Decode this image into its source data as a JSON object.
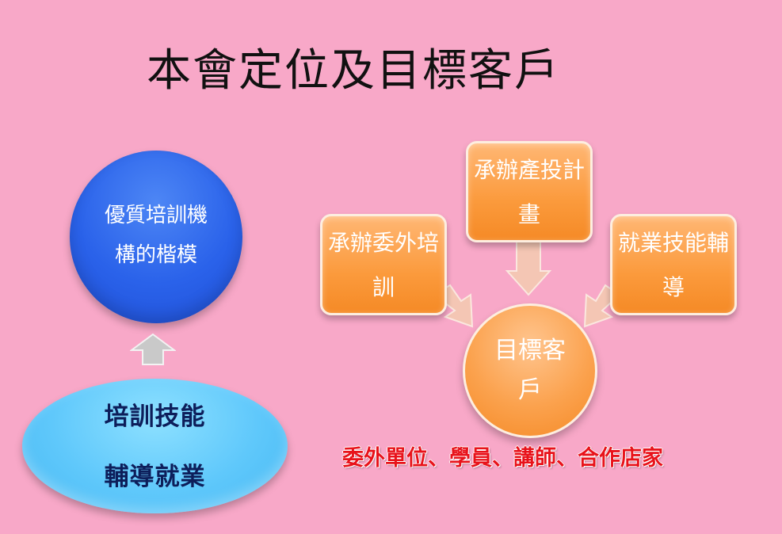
{
  "title": "本會定位及目標客戶",
  "left": {
    "circle_text": "優質培訓機構的楷模",
    "ellipse_line1": "培訓技能",
    "ellipse_line2": "輔導就業"
  },
  "right": {
    "box_top": "承辦產投計畫",
    "box_left": "承辦委外培訓",
    "box_right": "就業技能輔導",
    "center": "目標客戶",
    "caption": "委外單位、學員、講師、合作店家"
  },
  "colors": {
    "background": "#f8a8c8",
    "blue_circle": "#2a62ea",
    "ellipse": "#5fc8fb",
    "orange": "#fb9a3c",
    "caption": "#e8121a"
  }
}
